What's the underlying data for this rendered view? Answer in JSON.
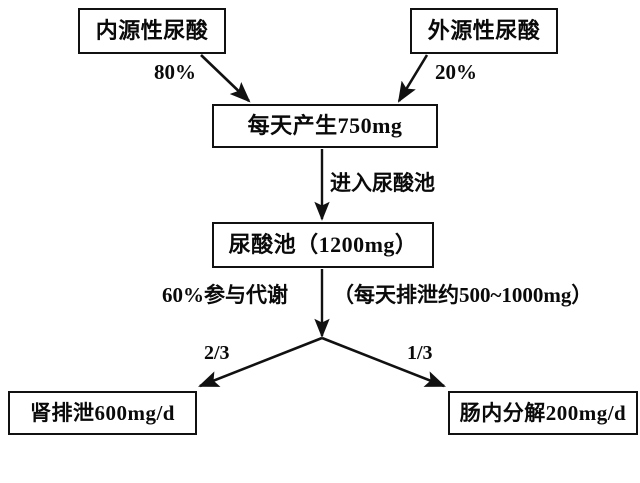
{
  "diagram": {
    "title": "Uric acid metabolism flowchart",
    "stroke_color": "#111111",
    "background_color": "#ffffff",
    "nodes": {
      "endogenous": "内源性尿酸",
      "exogenous": "外源性尿酸",
      "daily_production": "每天产生750mg",
      "urate_pool": "尿酸池（1200mg）",
      "renal_excretion": "肾排泄600mg/d",
      "intestinal_breakdown": "肠内分解200mg/d"
    },
    "edge_labels": {
      "endogenous_share": "80%",
      "exogenous_share": "20%",
      "enter_pool": "进入尿酸池",
      "metabolism": "60%参与代谢",
      "excretion": "（每天排泄约500~1000mg）",
      "renal_fraction": "2/3",
      "intestinal_fraction": "1/3"
    }
  }
}
